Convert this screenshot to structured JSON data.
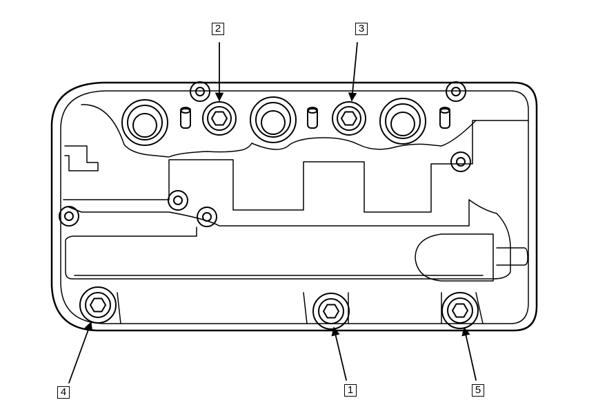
{
  "diagram": {
    "stroke_color": "#000000",
    "background_color": "#ffffff",
    "callouts": [
      {
        "id": "callout-2",
        "label": "2"
      },
      {
        "id": "callout-3",
        "label": "3"
      },
      {
        "id": "callout-4",
        "label": "4"
      },
      {
        "id": "callout-1",
        "label": "1"
      },
      {
        "id": "callout-5",
        "label": "5"
      }
    ]
  }
}
